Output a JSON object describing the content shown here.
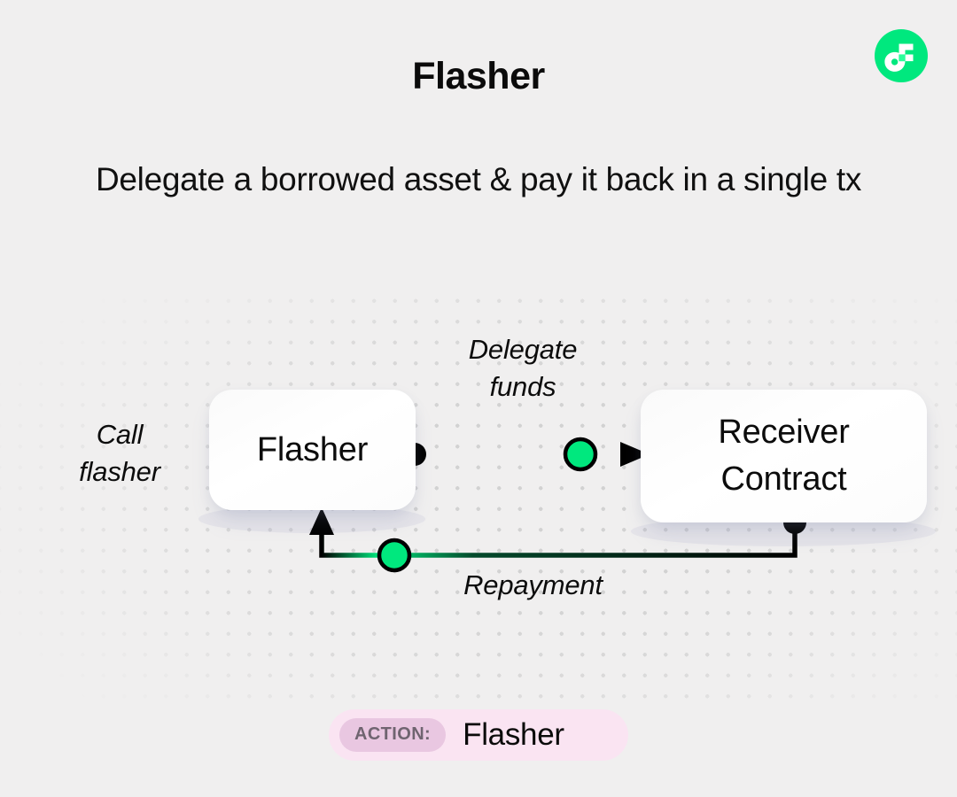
{
  "page": {
    "background_color": "#F0EFEF",
    "title": "Flasher",
    "subtitle": "Delegate a borrowed asset\n& pay it back in a single tx"
  },
  "logo": {
    "name": "flasher-brand-logo",
    "circle_color": "#00E87E",
    "mark_color": "#FFFFFF"
  },
  "diagram": {
    "nodes": [
      {
        "id": "flasher",
        "label": "Flasher"
      },
      {
        "id": "receiver",
        "label": "Receiver\nContract"
      }
    ],
    "labels": {
      "call": "Call\nflasher",
      "delegate": "Delegate\nfunds",
      "repayment": "Repayment"
    },
    "colors": {
      "line": "#000000",
      "token_dot": "#00E87E",
      "node_fill": "#FFFFFF"
    }
  },
  "action_badge": {
    "chip_label": "ACTION:",
    "value": "Flasher",
    "outer_color": "#FAE4F2",
    "chip_color": "#E9C7E1",
    "chip_text_color": "#6F6470"
  }
}
